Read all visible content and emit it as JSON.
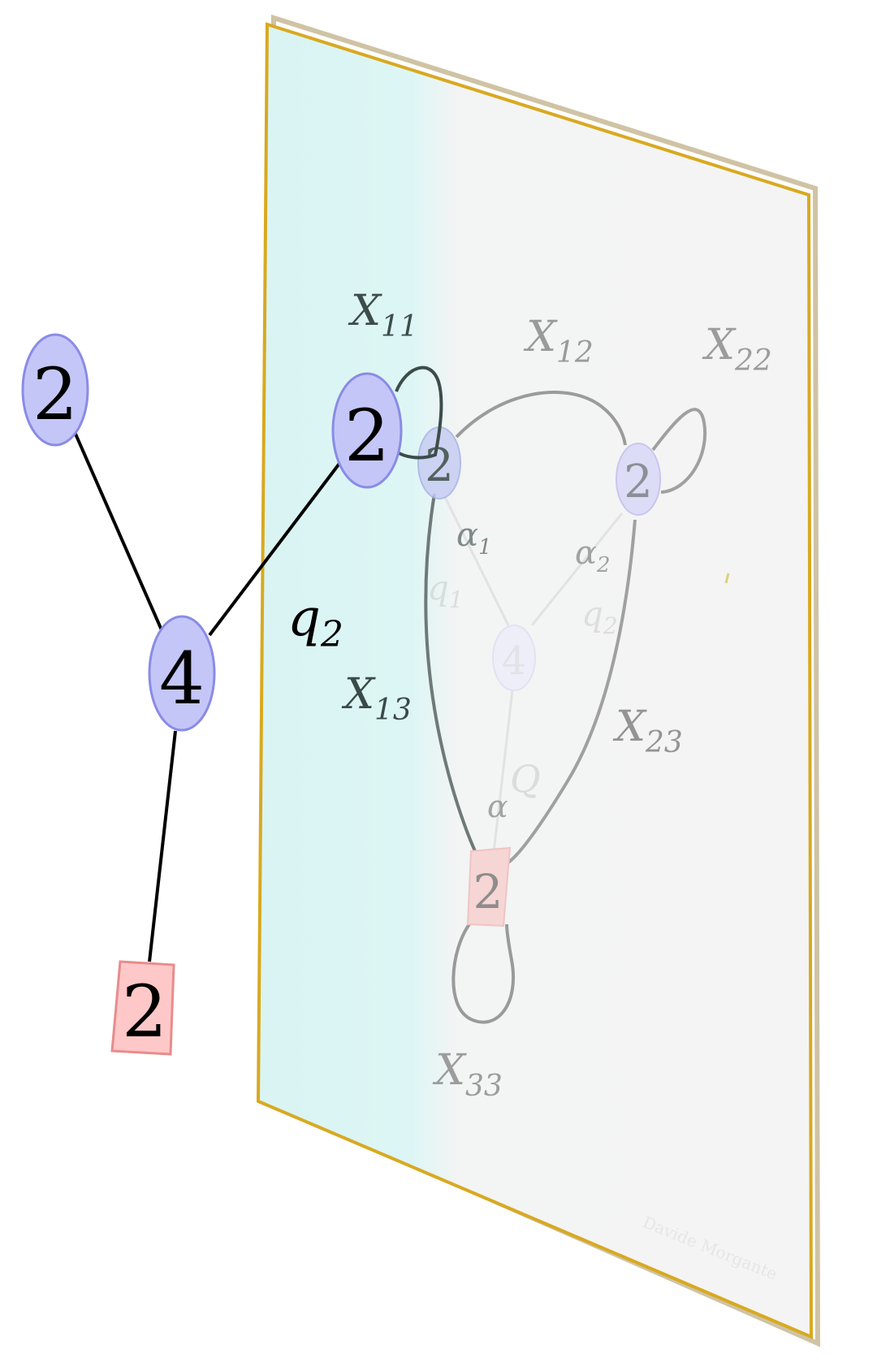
{
  "colors": {
    "gauge_fill": "#c4c6f8",
    "gauge_stroke": "#8a8be6",
    "flavor_fill": "#ffc8c8",
    "flavor_stroke": "#e88c8c",
    "edge_front": "#000000",
    "plane_frame": "#d4a51a",
    "plane_tint": "#dcf6f5",
    "plane_grey": "#f3f3f3"
  },
  "front_quiver": {
    "nodes": [
      {
        "id": "top_left",
        "label": "2",
        "kind": "gauge"
      },
      {
        "id": "center",
        "label": "4",
        "kind": "gauge"
      },
      {
        "id": "right",
        "label": "2",
        "kind": "gauge"
      },
      {
        "id": "bottom",
        "label": "2",
        "kind": "flavor"
      }
    ],
    "edge_label": {
      "base": "q",
      "sub": "2"
    }
  },
  "plane_quiver": {
    "nodes": [
      {
        "id": "n1",
        "label": "2",
        "kind": "gauge"
      },
      {
        "id": "n2",
        "label": "2",
        "kind": "gauge"
      },
      {
        "id": "n4",
        "label": "4",
        "kind": "gauge"
      },
      {
        "id": "nf",
        "label": "2",
        "kind": "flavor"
      }
    ],
    "labels": {
      "x11": {
        "base": "X",
        "sub": "11"
      },
      "x12": {
        "base": "X",
        "sub": "12"
      },
      "x22": {
        "base": "X",
        "sub": "22"
      },
      "x13": {
        "base": "X",
        "sub": "13"
      },
      "x23": {
        "base": "X",
        "sub": "23"
      },
      "x33": {
        "base": "X",
        "sub": "33"
      },
      "alpha1": {
        "base": "α",
        "sub": "1"
      },
      "alpha2": {
        "base": "α",
        "sub": "2"
      },
      "q1": {
        "base": "q",
        "sub": "1"
      },
      "q2": {
        "base": "q",
        "sub": "2"
      },
      "big_q": {
        "base": "Q",
        "sub": ""
      },
      "alpha": {
        "base": "α",
        "sub": ""
      }
    }
  },
  "watermark": "Davide Morgante"
}
